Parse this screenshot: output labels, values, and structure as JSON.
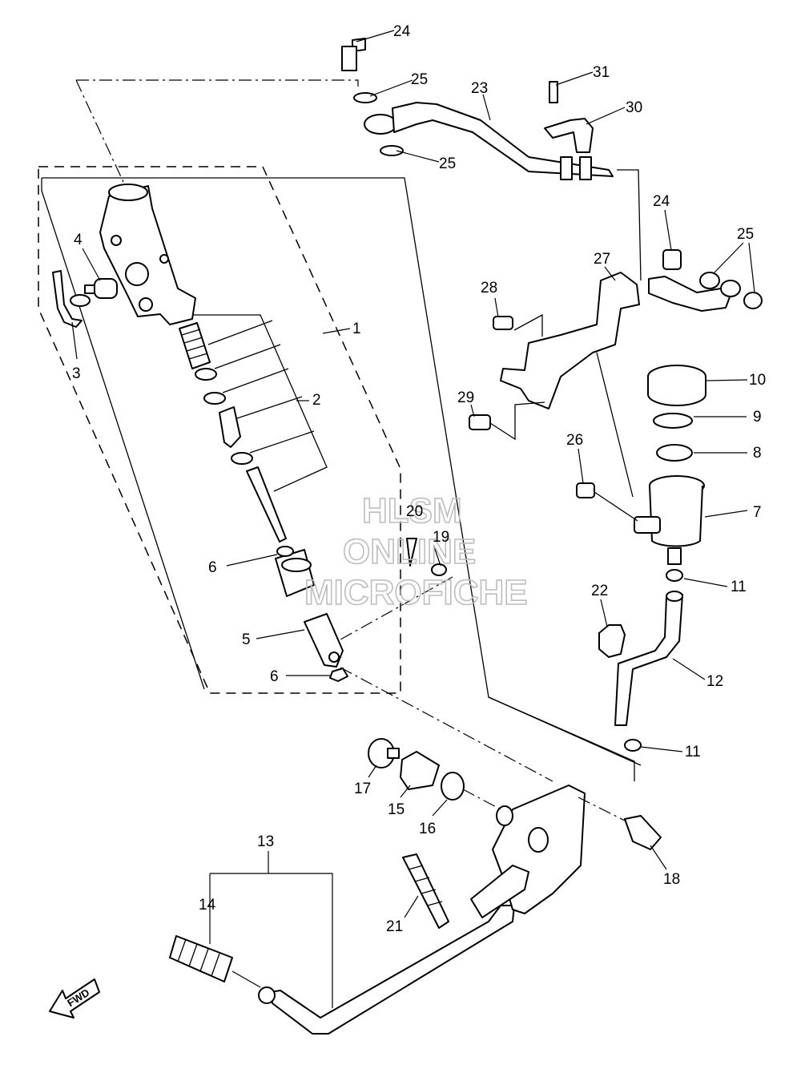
{
  "watermark": {
    "line1": "HLSM",
    "line2": "ONLINE",
    "line3": "MICROFICHE"
  },
  "direction_label": "FWD",
  "callouts": [
    {
      "id": "c24a",
      "label": "24"
    },
    {
      "id": "c25a",
      "label": "25"
    },
    {
      "id": "c23",
      "label": "23"
    },
    {
      "id": "c31",
      "label": "31"
    },
    {
      "id": "c30",
      "label": "30"
    },
    {
      "id": "c25b",
      "label": "25"
    },
    {
      "id": "c24b",
      "label": "24"
    },
    {
      "id": "c25c",
      "label": "25"
    },
    {
      "id": "c4",
      "label": "4"
    },
    {
      "id": "c27",
      "label": "27"
    },
    {
      "id": "c28",
      "label": "28"
    },
    {
      "id": "c1",
      "label": "1"
    },
    {
      "id": "c3",
      "label": "3"
    },
    {
      "id": "c10",
      "label": "10"
    },
    {
      "id": "c2",
      "label": "2"
    },
    {
      "id": "c29",
      "label": "29"
    },
    {
      "id": "c9",
      "label": "9"
    },
    {
      "id": "c26",
      "label": "26"
    },
    {
      "id": "c8",
      "label": "8"
    },
    {
      "id": "c7",
      "label": "7"
    },
    {
      "id": "c20",
      "label": "20"
    },
    {
      "id": "c19",
      "label": "19"
    },
    {
      "id": "c6a",
      "label": "6"
    },
    {
      "id": "c11a",
      "label": "11"
    },
    {
      "id": "c22",
      "label": "22"
    },
    {
      "id": "c5",
      "label": "5"
    },
    {
      "id": "c6b",
      "label": "6"
    },
    {
      "id": "c12",
      "label": "12"
    },
    {
      "id": "c11b",
      "label": "11"
    },
    {
      "id": "c17",
      "label": "17"
    },
    {
      "id": "c15",
      "label": "15"
    },
    {
      "id": "c16",
      "label": "16"
    },
    {
      "id": "c13",
      "label": "13"
    },
    {
      "id": "c18",
      "label": "18"
    },
    {
      "id": "c14",
      "label": "14"
    },
    {
      "id": "c21",
      "label": "21"
    }
  ]
}
